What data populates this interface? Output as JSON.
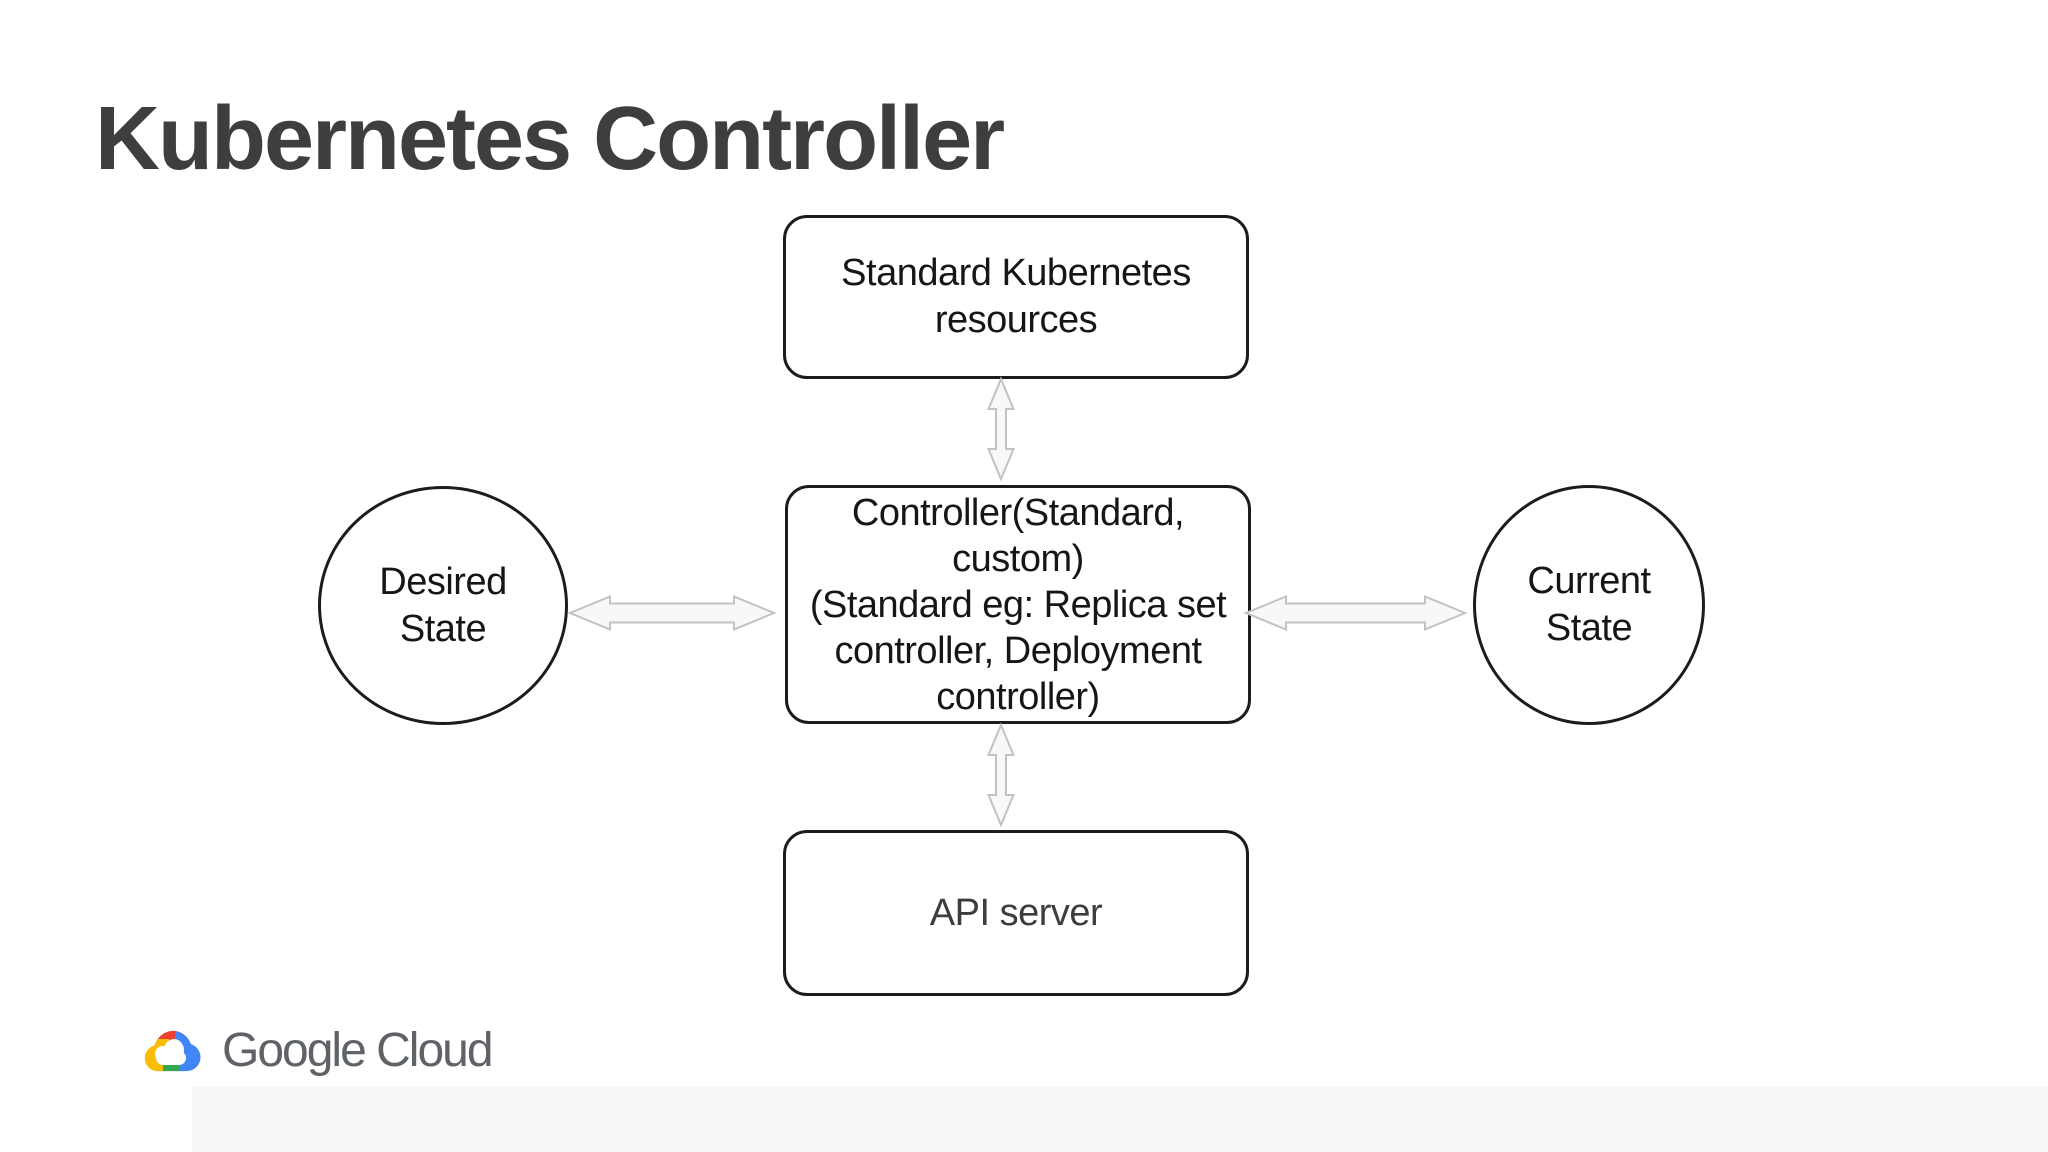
{
  "slide": {
    "title": "Kubernetes Controller",
    "background": "#ffffff"
  },
  "diagram": {
    "nodes": {
      "standard_resources": {
        "shape": "rounded-rectangle",
        "lines": [
          "Standard Kubernetes",
          "resources"
        ]
      },
      "controller": {
        "shape": "rounded-rectangle",
        "lines": [
          "Controller(Standard,",
          "custom)",
          "(Standard eg: Replica set",
          "controller, Deployment",
          "controller)"
        ]
      },
      "api_server": {
        "shape": "rounded-rectangle",
        "lines": [
          "API server"
        ]
      },
      "desired_state": {
        "shape": "circle",
        "lines": [
          "Desired",
          "State"
        ]
      },
      "current_state": {
        "shape": "circle",
        "lines": [
          "Current",
          "State"
        ]
      }
    },
    "connectors": [
      {
        "from": "standard_resources",
        "to": "controller",
        "type": "double-headed-arrow",
        "orientation": "vertical"
      },
      {
        "from": "controller",
        "to": "api_server",
        "type": "double-headed-arrow",
        "orientation": "vertical"
      },
      {
        "from": "desired_state",
        "to": "controller",
        "type": "double-headed-arrow",
        "orientation": "horizontal"
      },
      {
        "from": "controller",
        "to": "current_state",
        "type": "double-headed-arrow",
        "orientation": "horizontal"
      }
    ]
  },
  "footer": {
    "brand": "Google Cloud"
  },
  "colors": {
    "title_text": "#3e3e3e",
    "node_border": "#1c1c1c",
    "node_text": "#161616",
    "arrow_stroke": "#c2c2c2",
    "arrow_fill": "#f8f8f8",
    "brand_text": "#5f6368",
    "google_blue": "#4285f4",
    "google_red": "#ea4335",
    "google_yellow": "#fbbc05",
    "google_green": "#34a853",
    "bottom_strip": "#f7f8f9"
  }
}
